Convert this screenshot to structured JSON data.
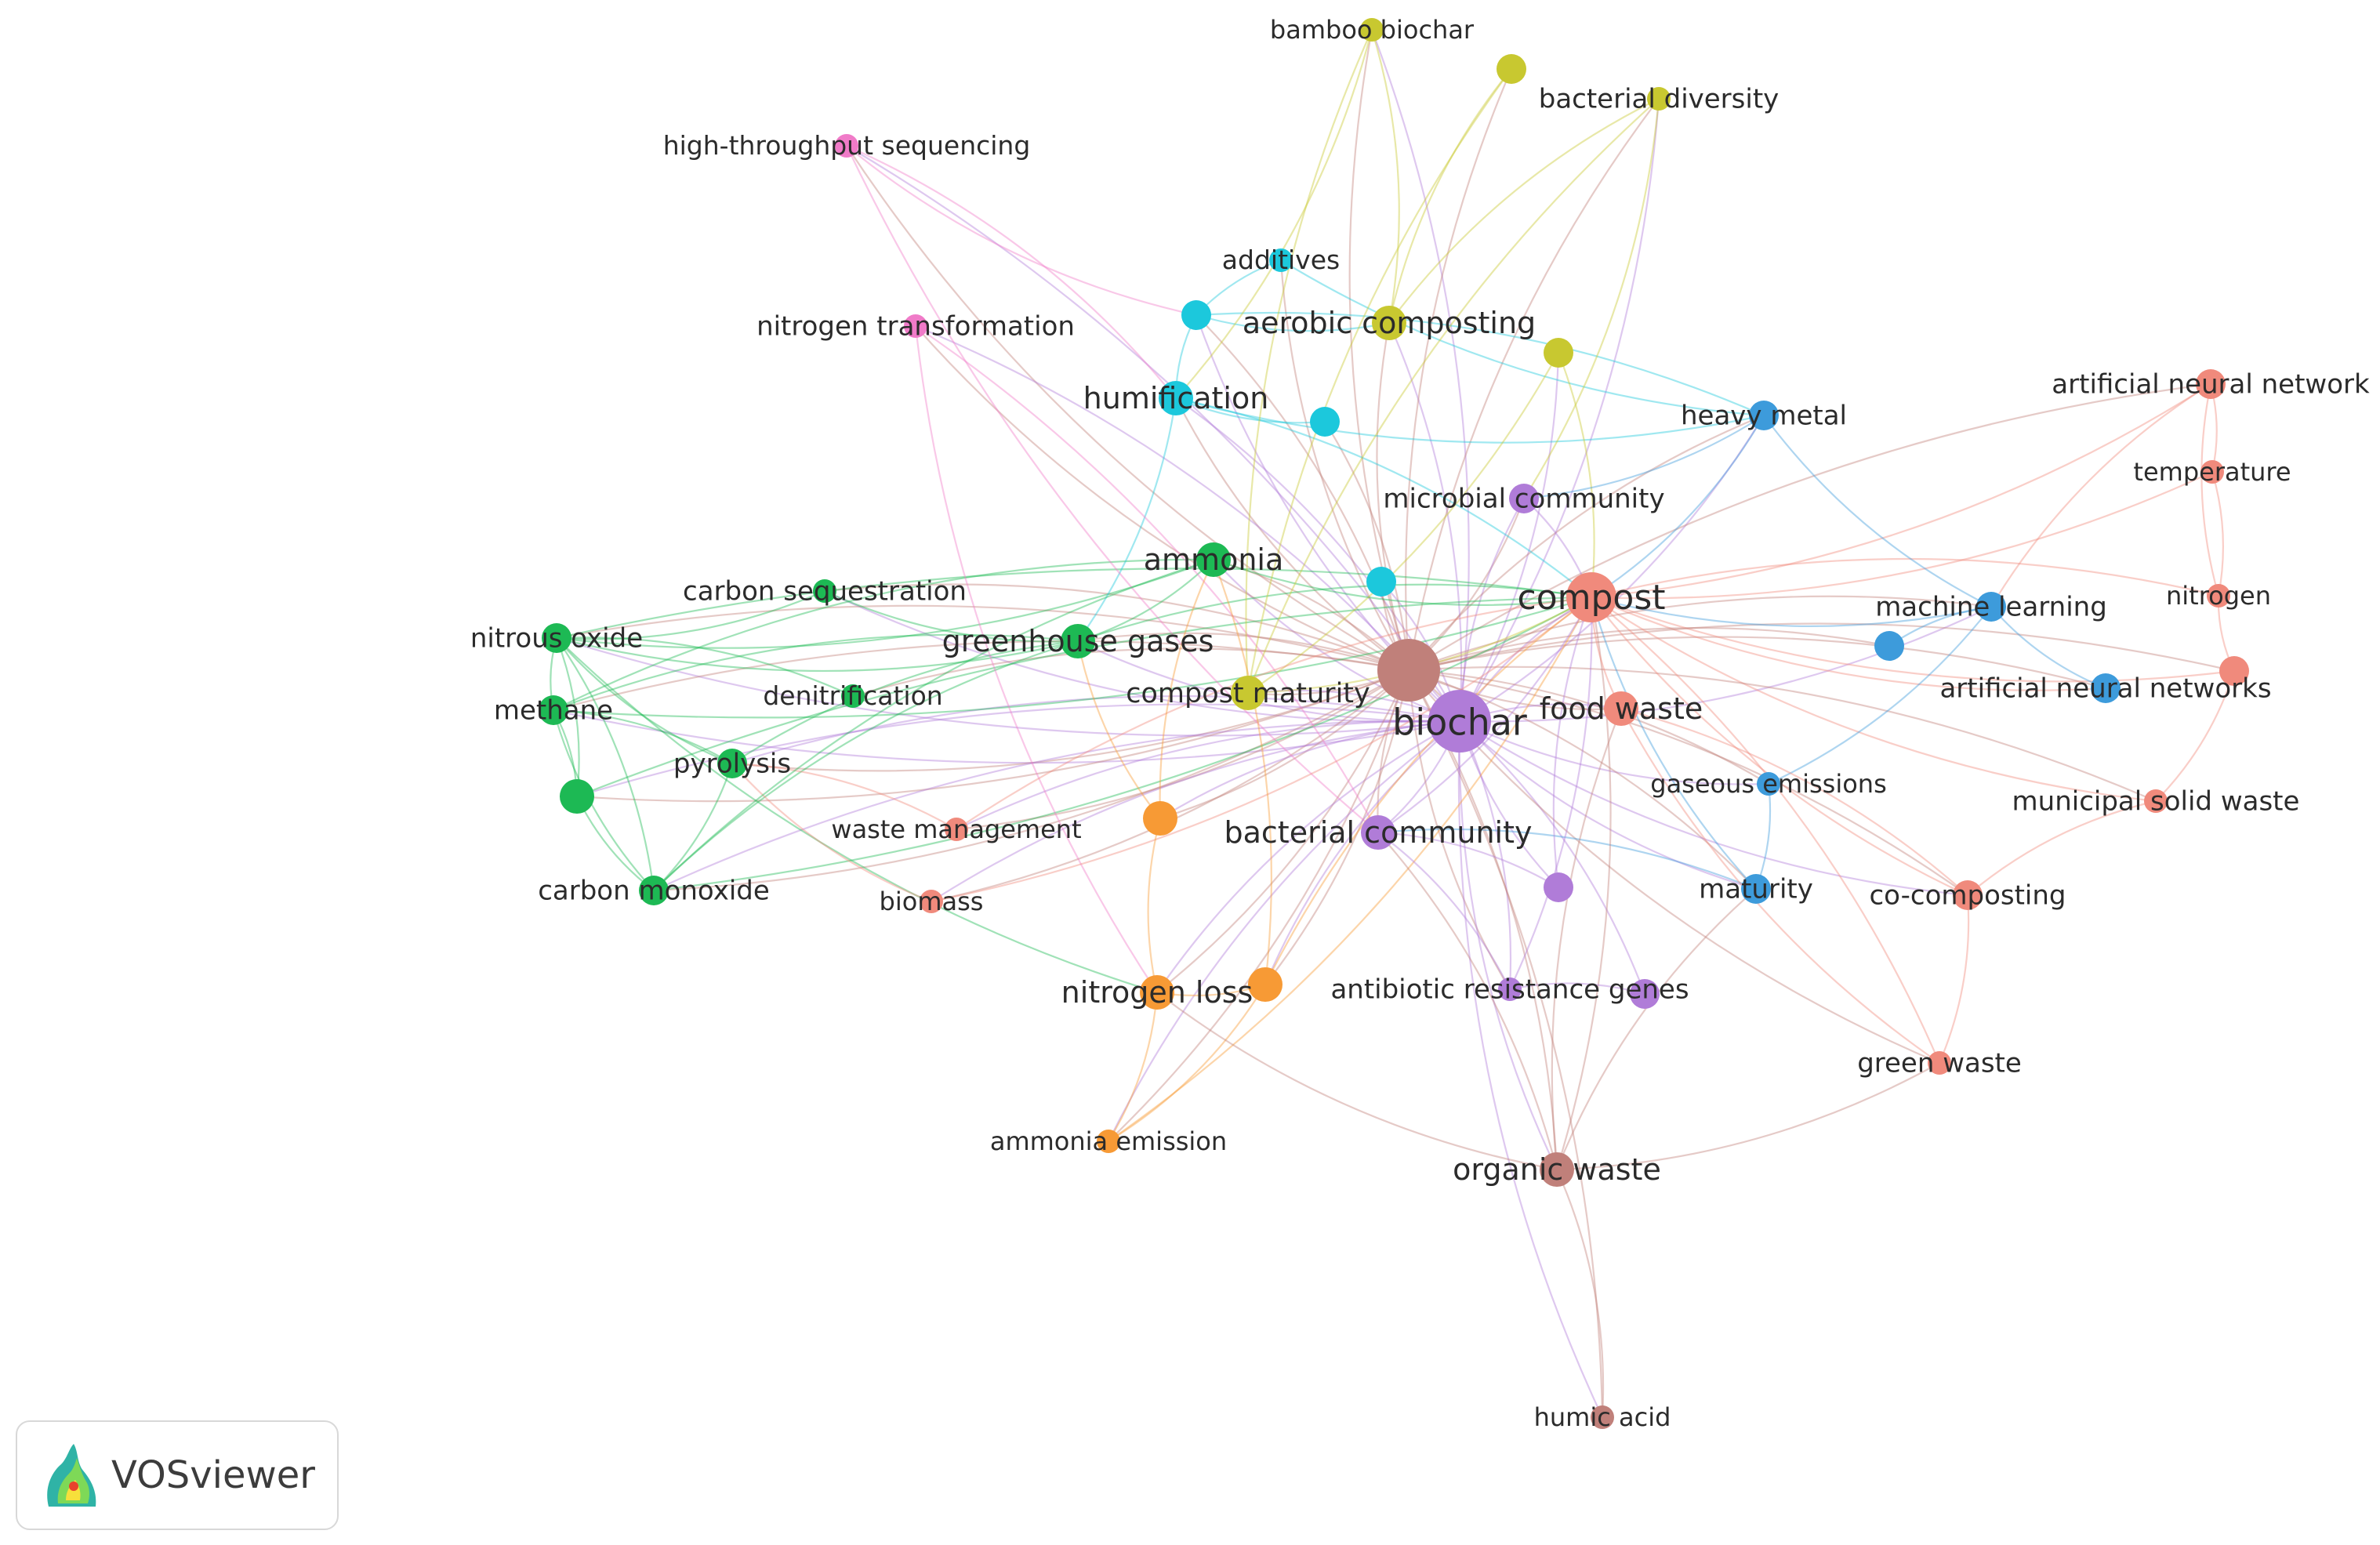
{
  "app": {
    "name": "VOSviewer"
  },
  "cluster_colors": {
    "red": "#F08A7C",
    "green": "#1DB954",
    "blue": "#3D9BDB",
    "yellow": "#C8C830",
    "purple": "#B07CD8",
    "cyan": "#1CC8DC",
    "orange": "#F79A35",
    "brown": "#C0807A",
    "pink": "#F07BC8"
  },
  "nodes": [
    {
      "id": "biochar",
      "label": "biochar",
      "cluster": "purple",
      "weight": 10
    },
    {
      "id": "center",
      "label": "",
      "cluster": "brown",
      "weight": 10
    },
    {
      "id": "compost",
      "label": "compost",
      "cluster": "red",
      "weight": 8
    },
    {
      "id": "food-waste",
      "label": "food waste",
      "cluster": "red",
      "weight": 5
    },
    {
      "id": "bacterial-community",
      "label": "bacterial community",
      "cluster": "purple",
      "weight": 5
    },
    {
      "id": "microbial-community",
      "label": "microbial community",
      "cluster": "purple",
      "weight": 4
    },
    {
      "id": "antibiotic-resistance-genes",
      "label": "antibiotic resistance genes",
      "cluster": "purple",
      "weight": 3
    },
    {
      "id": "purple-a",
      "label": "",
      "cluster": "purple",
      "weight": 4
    },
    {
      "id": "purple-b",
      "label": "",
      "cluster": "purple",
      "weight": 4
    },
    {
      "id": "greenhouse-gases",
      "label": "greenhouse gases",
      "cluster": "green",
      "weight": 5
    },
    {
      "id": "ammonia",
      "label": "ammonia",
      "cluster": "green",
      "weight": 5
    },
    {
      "id": "carbon-sequestration",
      "label": "carbon sequestration",
      "cluster": "green",
      "weight": 3
    },
    {
      "id": "nitrous-oxide",
      "label": "nitrous oxide",
      "cluster": "green",
      "weight": 4
    },
    {
      "id": "methane",
      "label": "methane",
      "cluster": "green",
      "weight": 4
    },
    {
      "id": "denitrification",
      "label": "denitrification",
      "cluster": "green",
      "weight": 3
    },
    {
      "id": "pyrolysis",
      "label": "pyrolysis",
      "cluster": "green",
      "weight": 4
    },
    {
      "id": "green-a",
      "label": "",
      "cluster": "green",
      "weight": 5
    },
    {
      "id": "carbon-monoxide",
      "label": "carbon monoxide",
      "cluster": "green",
      "weight": 4
    },
    {
      "id": "humification",
      "label": "humification",
      "cluster": "cyan",
      "weight": 5
    },
    {
      "id": "additives",
      "label": "additives",
      "cluster": "cyan",
      "weight": 3
    },
    {
      "id": "cyan-a",
      "label": "",
      "cluster": "cyan",
      "weight": 4
    },
    {
      "id": "cyan-b",
      "label": "",
      "cluster": "cyan",
      "weight": 4
    },
    {
      "id": "cyan-c",
      "label": "",
      "cluster": "cyan",
      "weight": 4
    },
    {
      "id": "aerobic-composting",
      "label": "aerobic composting",
      "cluster": "yellow",
      "weight": 5
    },
    {
      "id": "bamboo-biochar",
      "label": "bamboo biochar",
      "cluster": "yellow",
      "weight": 3
    },
    {
      "id": "bacterial-diversity",
      "label": "bacterial diversity",
      "cluster": "yellow",
      "weight": 3
    },
    {
      "id": "yellow-a",
      "label": "",
      "cluster": "yellow",
      "weight": 4
    },
    {
      "id": "yellow-b",
      "label": "",
      "cluster": "yellow",
      "weight": 4
    },
    {
      "id": "compost-maturity",
      "label": "compost maturity",
      "cluster": "yellow",
      "weight": 5
    },
    {
      "id": "high-throughput-sequencing",
      "label": "high-throughput sequencing",
      "cluster": "pink",
      "weight": 3
    },
    {
      "id": "nitrogen-transformation",
      "label": "nitrogen transformation",
      "cluster": "pink",
      "weight": 3
    },
    {
      "id": "heavy-metal",
      "label": "heavy metal",
      "cluster": "blue",
      "weight": 4
    },
    {
      "id": "machine-learning",
      "label": "machine learning",
      "cluster": "blue",
      "weight": 4
    },
    {
      "id": "artificial-neural-networks",
      "label": "artificial neural networks",
      "cluster": "blue",
      "weight": 4
    },
    {
      "id": "gaseous-emissions",
      "label": "gaseous emissions",
      "cluster": "blue",
      "weight": 3
    },
    {
      "id": "maturity",
      "label": "maturity",
      "cluster": "blue",
      "weight": 4
    },
    {
      "id": "blue-a",
      "label": "",
      "cluster": "blue",
      "weight": 4
    },
    {
      "id": "artificial-neural-network",
      "label": "artificial neural network",
      "cluster": "red",
      "weight": 4
    },
    {
      "id": "temperature",
      "label": "temperature",
      "cluster": "red",
      "weight": 3
    },
    {
      "id": "nitrogen",
      "label": "nitrogen",
      "cluster": "red",
      "weight": 3
    },
    {
      "id": "red-a",
      "label": "",
      "cluster": "red",
      "weight": 4
    },
    {
      "id": "municipal-solid-waste",
      "label": "municipal solid waste",
      "cluster": "red",
      "weight": 3
    },
    {
      "id": "co-composting",
      "label": "co-composting",
      "cluster": "red",
      "weight": 4
    },
    {
      "id": "green-waste",
      "label": "green waste",
      "cluster": "red",
      "weight": 3
    },
    {
      "id": "waste-management",
      "label": "waste management",
      "cluster": "red",
      "weight": 3
    },
    {
      "id": "biomass",
      "label": "biomass",
      "cluster": "red",
      "weight": 3
    },
    {
      "id": "nitrogen-loss",
      "label": "nitrogen loss",
      "cluster": "orange",
      "weight": 5
    },
    {
      "id": "orange-a",
      "label": "",
      "cluster": "orange",
      "weight": 5
    },
    {
      "id": "orange-b",
      "label": "",
      "cluster": "orange",
      "weight": 5
    },
    {
      "id": "ammonia-emission",
      "label": "ammonia emission",
      "cluster": "orange",
      "weight": 3
    },
    {
      "id": "organic-waste",
      "label": "organic waste",
      "cluster": "brown",
      "weight": 5
    },
    {
      "id": "humic-acid",
      "label": "humic acid",
      "cluster": "brown",
      "weight": 3
    }
  ],
  "links": [
    [
      "center",
      "biochar"
    ],
    [
      "center",
      "compost"
    ],
    [
      "biochar",
      "compost"
    ],
    [
      "center",
      "food-waste"
    ],
    [
      "biochar",
      "food-waste"
    ],
    [
      "center",
      "bacterial-community"
    ],
    [
      "biochar",
      "bacterial-community"
    ],
    [
      "center",
      "microbial-community"
    ],
    [
      "biochar",
      "microbial-community"
    ],
    [
      "center",
      "antibiotic-resistance-genes"
    ],
    [
      "biochar",
      "antibiotic-resistance-genes"
    ],
    [
      "biochar",
      "purple-a"
    ],
    [
      "biochar",
      "purple-b"
    ],
    [
      "center",
      "greenhouse-gases"
    ],
    [
      "biochar",
      "greenhouse-gases"
    ],
    [
      "center",
      "ammonia"
    ],
    [
      "biochar",
      "ammonia"
    ],
    [
      "center",
      "carbon-sequestration"
    ],
    [
      "biochar",
      "carbon-sequestration"
    ],
    [
      "center",
      "nitrous-oxide"
    ],
    [
      "biochar",
      "nitrous-oxide"
    ],
    [
      "center",
      "methane"
    ],
    [
      "biochar",
      "methane"
    ],
    [
      "center",
      "denitrification"
    ],
    [
      "center",
      "pyrolysis"
    ],
    [
      "biochar",
      "pyrolysis"
    ],
    [
      "center",
      "green-a"
    ],
    [
      "biochar",
      "green-a"
    ],
    [
      "center",
      "carbon-monoxide"
    ],
    [
      "biochar",
      "carbon-monoxide"
    ],
    [
      "center",
      "humification"
    ],
    [
      "biochar",
      "humification"
    ],
    [
      "center",
      "additives"
    ],
    [
      "center",
      "cyan-a"
    ],
    [
      "biochar",
      "cyan-a"
    ],
    [
      "center",
      "cyan-b"
    ],
    [
      "center",
      "cyan-c"
    ],
    [
      "biochar",
      "cyan-c"
    ],
    [
      "center",
      "aerobic-composting"
    ],
    [
      "biochar",
      "aerobic-composting"
    ],
    [
      "center",
      "bamboo-biochar"
    ],
    [
      "biochar",
      "bamboo-biochar"
    ],
    [
      "center",
      "bacterial-diversity"
    ],
    [
      "biochar",
      "bacterial-diversity"
    ],
    [
      "center",
      "yellow-a"
    ],
    [
      "biochar",
      "yellow-b"
    ],
    [
      "center",
      "compost-maturity"
    ],
    [
      "biochar",
      "compost-maturity"
    ],
    [
      "center",
      "high-throughput-sequencing"
    ],
    [
      "biochar",
      "high-throughput-sequencing"
    ],
    [
      "center",
      "nitrogen-transformation"
    ],
    [
      "biochar",
      "nitrogen-transformation"
    ],
    [
      "center",
      "heavy-metal"
    ],
    [
      "biochar",
      "heavy-metal"
    ],
    [
      "center",
      "machine-learning"
    ],
    [
      "biochar",
      "machine-learning"
    ],
    [
      "center",
      "artificial-neural-networks"
    ],
    [
      "compost",
      "artificial-neural-networks"
    ],
    [
      "center",
      "gaseous-emissions"
    ],
    [
      "biochar",
      "gaseous-emissions"
    ],
    [
      "center",
      "maturity"
    ],
    [
      "biochar",
      "maturity"
    ],
    [
      "center",
      "blue-a"
    ],
    [
      "compost",
      "artificial-neural-network"
    ],
    [
      "center",
      "artificial-neural-network"
    ],
    [
      "compost",
      "temperature"
    ],
    [
      "compost",
      "nitrogen"
    ],
    [
      "compost",
      "red-a"
    ],
    [
      "center",
      "red-a"
    ],
    [
      "compost",
      "municipal-solid-waste"
    ],
    [
      "center",
      "municipal-solid-waste"
    ],
    [
      "compost",
      "co-composting"
    ],
    [
      "center",
      "co-composting"
    ],
    [
      "biochar",
      "co-composting"
    ],
    [
      "compost",
      "green-waste"
    ],
    [
      "center",
      "green-waste"
    ],
    [
      "center",
      "waste-management"
    ],
    [
      "biochar",
      "waste-management"
    ],
    [
      "center",
      "biomass"
    ],
    [
      "biochar",
      "biomass"
    ],
    [
      "center",
      "nitrogen-loss"
    ],
    [
      "biochar",
      "nitrogen-loss"
    ],
    [
      "center",
      "orange-a"
    ],
    [
      "biochar",
      "orange-a"
    ],
    [
      "center",
      "orange-b"
    ],
    [
      "biochar",
      "orange-b"
    ],
    [
      "center",
      "ammonia-emission"
    ],
    [
      "biochar",
      "ammonia-emission"
    ],
    [
      "center",
      "organic-waste"
    ],
    [
      "biochar",
      "organic-waste"
    ],
    [
      "center",
      "humic-acid"
    ],
    [
      "biochar",
      "humic-acid"
    ],
    [
      "organic-waste",
      "humic-acid"
    ],
    [
      "nitrous-oxide",
      "methane"
    ],
    [
      "methane",
      "green-a"
    ],
    [
      "green-a",
      "carbon-monoxide"
    ],
    [
      "nitrous-oxide",
      "green-a"
    ],
    [
      "nitrous-oxide",
      "greenhouse-gases"
    ],
    [
      "methane",
      "greenhouse-gases"
    ],
    [
      "nitrous-oxide",
      "ammonia"
    ],
    [
      "methane",
      "ammonia"
    ],
    [
      "greenhouse-gases",
      "ammonia"
    ],
    [
      "pyrolysis",
      "greenhouse-gases"
    ],
    [
      "pyrolysis",
      "methane"
    ],
    [
      "pyrolysis",
      "nitrous-oxide"
    ],
    [
      "carbon-sequestration",
      "greenhouse-gases"
    ],
    [
      "carbon-sequestration",
      "nitrous-oxide"
    ],
    [
      "denitrification",
      "nitrous-oxide"
    ],
    [
      "carbon-monoxide",
      "greenhouse-gases"
    ],
    [
      "carbon-monoxide",
      "compost"
    ],
    [
      "nitrous-oxide",
      "compost"
    ],
    [
      "methane",
      "compost"
    ],
    [
      "green-a",
      "compost"
    ],
    [
      "ammonia",
      "compost"
    ],
    [
      "greenhouse-gases",
      "compost"
    ],
    [
      "nitrous-oxide",
      "nitrogen-loss"
    ],
    [
      "humification",
      "cyan-a"
    ],
    [
      "humification",
      "cyan-b"
    ],
    [
      "cyan-a",
      "additives"
    ],
    [
      "cyan-a",
      "aerobic-composting"
    ],
    [
      "humification",
      "compost"
    ],
    [
      "humification",
      "heavy-metal"
    ],
    [
      "cyan-a",
      "heavy-metal"
    ],
    [
      "additives",
      "heavy-metal"
    ],
    [
      "humification",
      "greenhouse-gases"
    ],
    [
      "high-throughput-sequencing",
      "cyan-a"
    ],
    [
      "high-throughput-sequencing",
      "humification"
    ],
    [
      "high-throughput-sequencing",
      "bacterial-community"
    ],
    [
      "nitrogen-transformation",
      "bacterial-community"
    ],
    [
      "nitrogen-transformation",
      "nitrogen-loss"
    ],
    [
      "bamboo-biochar",
      "aerobic-composting"
    ],
    [
      "bamboo-biochar",
      "compost-maturity"
    ],
    [
      "bamboo-biochar",
      "humification"
    ],
    [
      "bacterial-diversity",
      "aerobic-composting"
    ],
    [
      "bacterial-diversity",
      "microbial-community"
    ],
    [
      "bacterial-diversity",
      "compost-maturity"
    ],
    [
      "yellow-b",
      "compost-maturity"
    ],
    [
      "yellow-a",
      "aerobic-composting"
    ],
    [
      "yellow-b",
      "compost"
    ],
    [
      "yellow-a",
      "compost-maturity"
    ],
    [
      "heavy-metal",
      "microbial-community"
    ],
    [
      "heavy-metal",
      "machine-learning"
    ],
    [
      "heavy-metal",
      "compost"
    ],
    [
      "machine-learning",
      "artificial-neural-networks"
    ],
    [
      "machine-learning",
      "compost"
    ],
    [
      "machine-learning",
      "blue-a"
    ],
    [
      "machine-learning",
      "gaseous-emissions"
    ],
    [
      "maturity",
      "gaseous-emissions"
    ],
    [
      "maturity",
      "compost"
    ],
    [
      "maturity",
      "bacterial-community"
    ],
    [
      "artificial-neural-network",
      "temperature"
    ],
    [
      "artificial-neural-network",
      "nitrogen"
    ],
    [
      "temperature",
      "nitrogen"
    ],
    [
      "nitrogen",
      "red-a"
    ],
    [
      "red-a",
      "municipal-solid-waste"
    ],
    [
      "municipal-solid-waste",
      "co-composting"
    ],
    [
      "co-composting",
      "green-waste"
    ],
    [
      "co-composting",
      "food-waste"
    ],
    [
      "green-waste",
      "food-waste"
    ],
    [
      "artificial-neural-network",
      "machine-learning"
    ],
    [
      "waste-management",
      "compost"
    ],
    [
      "biomass",
      "compost"
    ],
    [
      "biomass",
      "pyrolysis"
    ],
    [
      "waste-management",
      "pyrolysis"
    ],
    [
      "nitrogen-loss",
      "orange-a"
    ],
    [
      "nitrogen-loss",
      "orange-b"
    ],
    [
      "orange-a",
      "ammonia"
    ],
    [
      "orange-b",
      "ammonia"
    ],
    [
      "nitrogen-loss",
      "ammonia-emission"
    ],
    [
      "ammonia-emission",
      "orange-b"
    ],
    [
      "orange-a",
      "greenhouse-gases"
    ],
    [
      "ammonia-emission",
      "compost"
    ],
    [
      "orange-b",
      "compost"
    ],
    [
      "organic-waste",
      "compost"
    ],
    [
      "organic-waste",
      "food-waste"
    ],
    [
      "organic-waste",
      "bacterial-community"
    ],
    [
      "organic-waste",
      "maturity"
    ],
    [
      "organic-waste",
      "green-waste"
    ],
    [
      "organic-waste",
      "nitrogen-loss"
    ],
    [
      "antibiotic-resistance-genes",
      "bacterial-community"
    ],
    [
      "antibiotic-resistance-genes",
      "purple-b"
    ],
    [
      "purple-a",
      "bacterial-community"
    ],
    [
      "purple-a",
      "compost"
    ],
    [
      "antibiotic-resistance-genes",
      "compost"
    ],
    [
      "microbial-community",
      "compost"
    ],
    [
      "bacterial-community",
      "compost"
    ],
    [
      "food-waste",
      "compost"
    ],
    [
      "compost-maturity",
      "compost"
    ],
    [
      "carbon-monoxide",
      "methane"
    ],
    [
      "carbon-monoxide",
      "nitrous-oxide"
    ],
    [
      "pyrolysis",
      "carbon-monoxide"
    ],
    [
      "ammonia",
      "carbon-monoxide"
    ]
  ]
}
